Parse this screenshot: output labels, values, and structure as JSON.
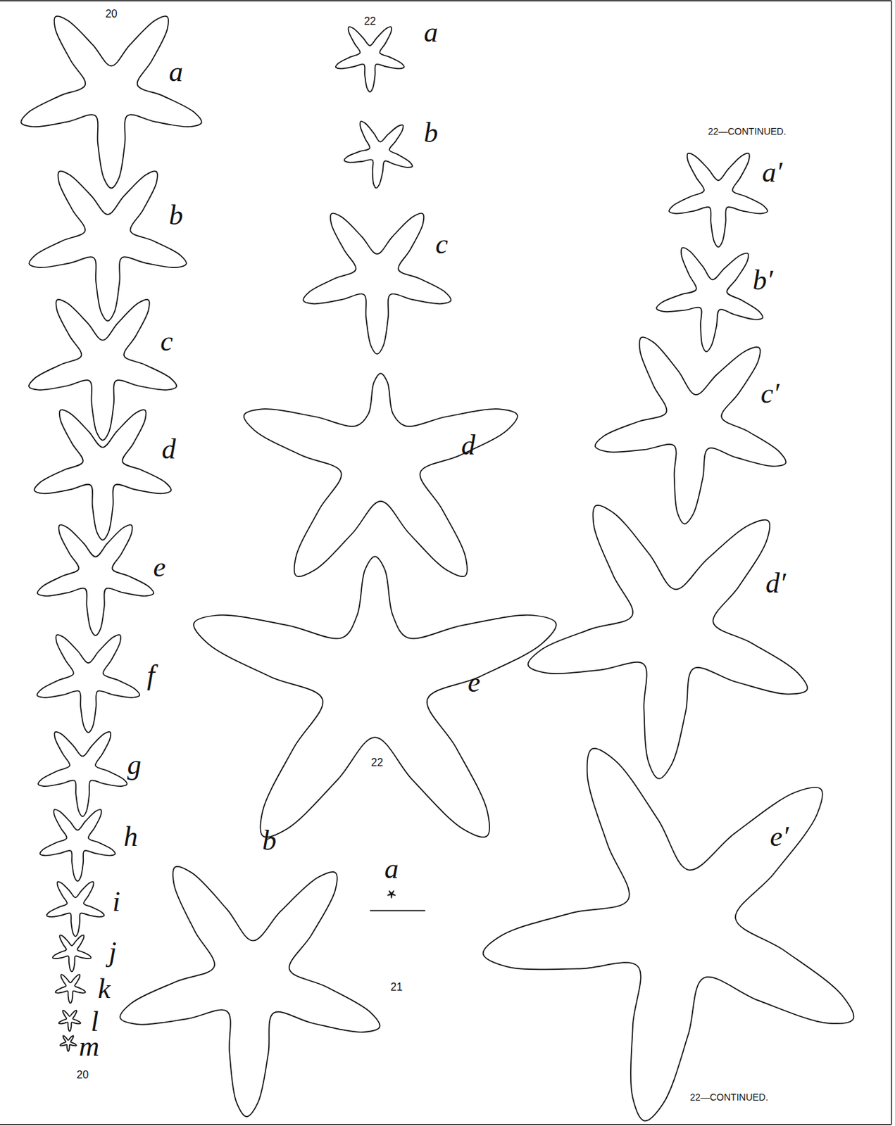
{
  "diagram": {
    "labels": [
      "20",
      "a",
      "b",
      "c",
      "d",
      "e",
      "f",
      "g",
      "h",
      "i",
      "j",
      "k",
      "l",
      "m",
      "20",
      "22",
      "a",
      "b",
      "c",
      "d",
      "e",
      "22",
      "b",
      "a",
      "21",
      "22—CONTINUED.",
      "a′",
      "b′",
      "c′",
      "d′",
      "e′",
      "22—CONTINUED."
    ]
  }
}
